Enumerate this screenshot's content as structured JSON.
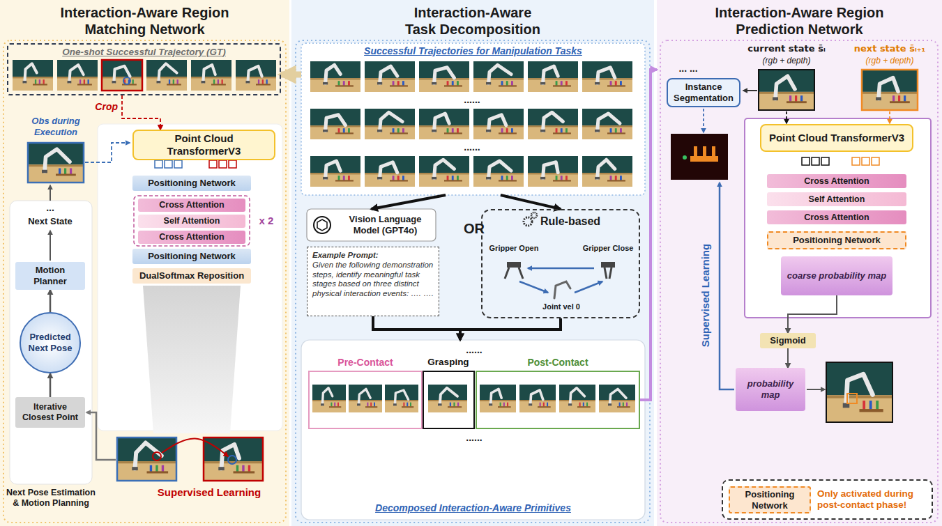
{
  "diagram": {
    "nodes": [
      {
        "text": [
          "Interaction-Aware Region Matching Network"
        ]
      },
      {
        "text": [
          "One-shot Successful Trajectory (GT)"
        ],
        "in": 0
      },
      {
        "text": [
          "Point Cloud TransformerV3"
        ],
        "in": 0
      },
      {
        "text": [
          "Positioning Network"
        ],
        "in": 0
      },
      {
        "text": [
          "Cross Attention"
        ],
        "in": 0
      },
      {
        "text": [
          "Self Attention"
        ],
        "in": 0
      },
      {
        "text": [
          "Cross Attention"
        ],
        "in": 0
      },
      {
        "text": [
          "Positioning Network"
        ],
        "in": 0
      },
      {
        "text": [
          "DualSoftmax Reposition"
        ],
        "in": 0
      },
      {
        "text": [
          "Motion Planner"
        ],
        "in": 0
      },
      {
        "text": [
          "Predicted Next Pose"
        ],
        "in": 0
      },
      {
        "text": [
          "Iterative Closest Point"
        ],
        "in": 0
      },
      {
        "text": [
          "Interaction-Aware Task Decomposition"
        ]
      },
      {
        "text": [
          "Successful Trajectories for Manipulation Tasks"
        ],
        "in": 12
      },
      {
        "text": [
          "Vision Language Model (GPT4o)"
        ],
        "in": 12
      },
      {
        "text": [
          "Example Prompt:",
          "Given the following demonstration steps, identify meaningful task stages based on three distinct physical interaction events: …. …."
        ],
        "in": 12
      },
      {
        "text": [
          "Rule-based"
        ],
        "in": 12
      },
      {
        "text": [
          "Decomposed Interaction-Aware Primitives"
        ],
        "in": 12
      },
      {
        "text": [
          "Pre-Contact"
        ],
        "in": 17
      },
      {
        "text": [
          "Grasping"
        ],
        "in": 17
      },
      {
        "text": [
          "Post-Contact"
        ],
        "in": 17
      },
      {
        "text": [
          "Interaction-Aware Region Prediction Network"
        ]
      },
      {
        "text": [
          "Instance Segmentation"
        ],
        "in": 21
      },
      {
        "text": [
          "Point Cloud TransformerV3"
        ],
        "in": 21
      },
      {
        "text": [
          "Cross Attention"
        ],
        "in": 21
      },
      {
        "text": [
          "Self Attention"
        ],
        "in": 21
      },
      {
        "text": [
          "Cross Attention"
        ],
        "in": 21
      },
      {
        "text": [
          "Positioning Network"
        ],
        "in": 21
      },
      {
        "text": [
          "coarse probability map"
        ],
        "in": 21
      },
      {
        "text": [
          "Sigmoid"
        ],
        "in": 21
      },
      {
        "text": [
          "probability map"
        ],
        "in": 21
      },
      {
        "text": [
          "Only activated during post-contact phase!"
        ],
        "in": 21
      },
      {
        "text": [
          "Positioning Network"
        ],
        "in": 31
      }
    ],
    "edges": [
      {
        "from": 1,
        "to": 2,
        "arrow": "to",
        "label": "Crop"
      },
      {
        "from": 11,
        "to": 10,
        "arrow": "to"
      },
      {
        "from": 10,
        "to": 9,
        "arrow": "to"
      },
      {
        "from": 13,
        "to": 1,
        "arrow": "to"
      },
      {
        "from": 13,
        "to": 14,
        "arrow": "to"
      },
      {
        "from": 13,
        "to": 16,
        "arrow": "to"
      },
      {
        "from": 15,
        "to": 17,
        "arrow": "to"
      },
      {
        "from": 16,
        "to": 17,
        "arrow": "to"
      },
      {
        "from": 20,
        "to": 21,
        "arrow": "to"
      },
      {
        "from": 28,
        "to": 29,
        "arrow": "to"
      },
      {
        "from": 29,
        "to": 30,
        "arrow": "to"
      }
    ],
    "labels": [
      "Obs during Execution",
      "x 2",
      "...",
      "Next State",
      "Next Pose Estimation & Motion Planning",
      "Supervised Learning",
      "......",
      "......",
      "OR",
      "Gripper Open",
      "Gripper Close",
      "Joint vel 0",
      "......",
      "......",
      "... ...",
      "current state s̄ᵢ",
      "(rgb + depth)",
      "next state s̄ᵢ₊₁",
      "(rgb + depth)",
      "Supervised Learning"
    ]
  }
}
